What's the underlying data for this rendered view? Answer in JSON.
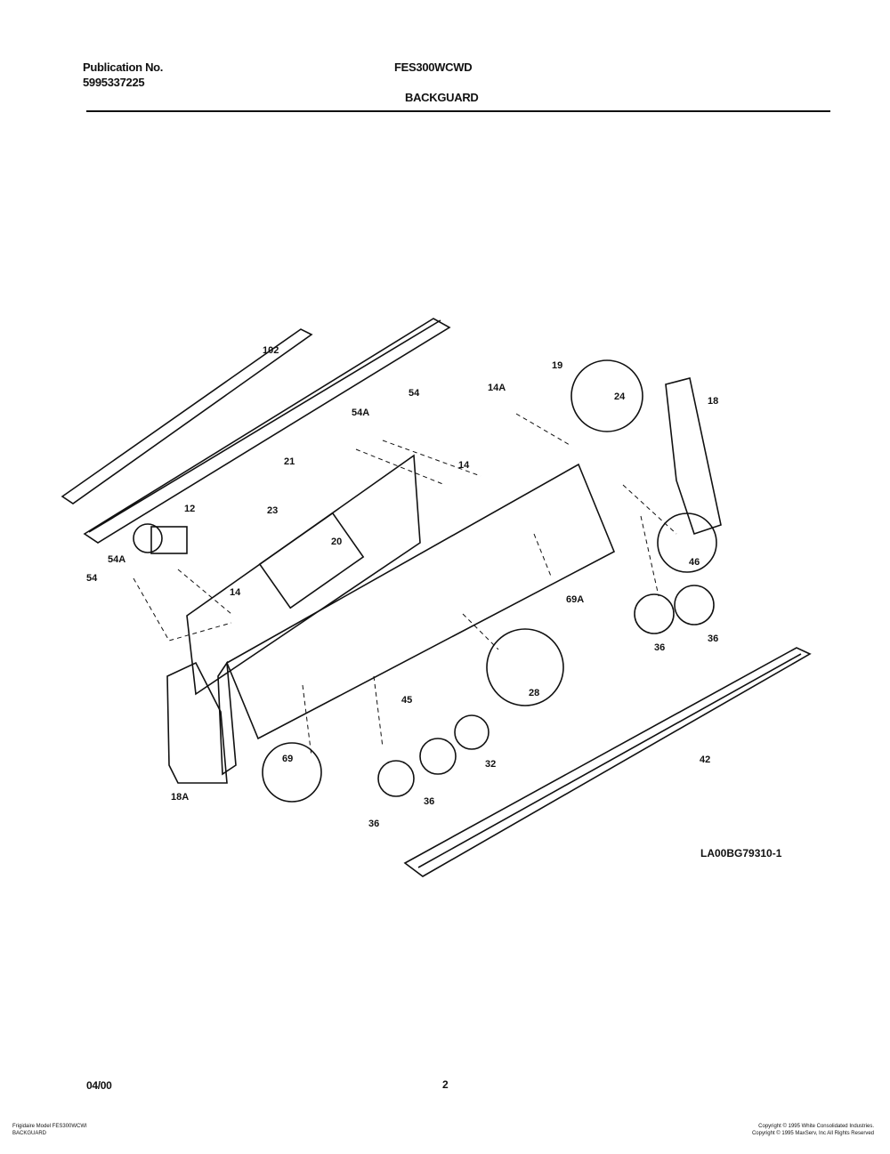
{
  "header": {
    "publication_label": "Publication No.",
    "publication_number": "5995337225",
    "model": "FES300WCWD",
    "section": "BACKGUARD"
  },
  "diagram": {
    "callouts": [
      "102",
      "21",
      "12",
      "23",
      "54A",
      "54",
      "54A",
      "54",
      "14",
      "14A",
      "14",
      "19",
      "20",
      "18",
      "24",
      "46",
      "69A",
      "36",
      "36",
      "28",
      "45",
      "32",
      "36",
      "36",
      "69",
      "18A",
      "42"
    ],
    "drawing_id": "LA00BG79310-1"
  },
  "footer": {
    "date": "04/00",
    "page": "2",
    "model_line": "Frigidaire Model FES300WCWI",
    "section_line": "BACKGUARD",
    "copyright_1": "Copyright © 1995 White Consolidated Industries.",
    "copyright_2": "Copyright © 1995 MaxServ, Inc   All Rights Reserved"
  }
}
